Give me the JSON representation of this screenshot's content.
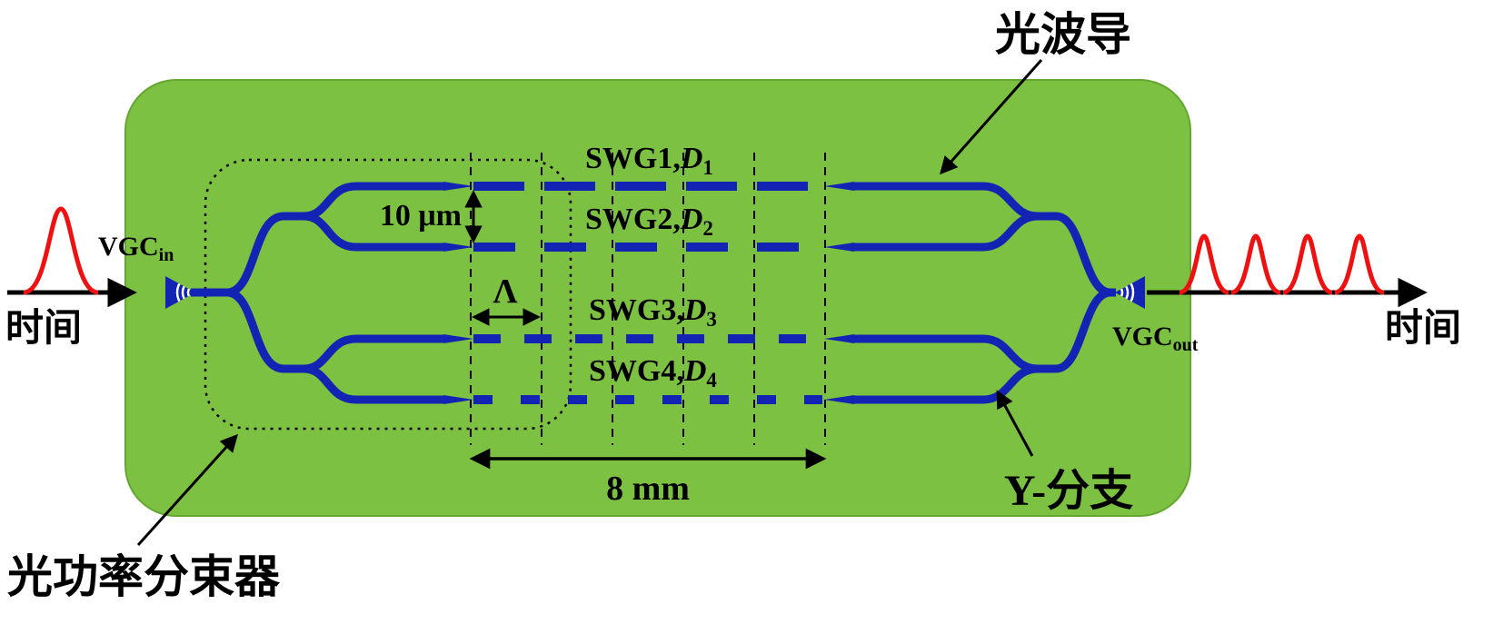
{
  "figure": {
    "time_label_left": "时间",
    "time_label_right": "时间",
    "vgc_in": {
      "base": "VGC",
      "sub": "in"
    },
    "vgc_out": {
      "base": "VGC",
      "sub": "out"
    },
    "waveguide_label": "光波导",
    "y_branch_label": "Y-分支",
    "splitter_label": "光功率分束器",
    "spacing_label": "10 μm",
    "period_label": "Λ",
    "length_label": "8 mm",
    "swg": [
      {
        "prefix": "SWG1,",
        "symbol": "D",
        "sub": "1"
      },
      {
        "prefix": "SWG2,",
        "symbol": "D",
        "sub": "2"
      },
      {
        "prefix": "SWG3,",
        "symbol": "D",
        "sub": "3"
      },
      {
        "prefix": "SWG4,",
        "symbol": "D",
        "sub": "4"
      }
    ],
    "colors": {
      "chip_green": "#7cc142",
      "waveguide_blue": "#1323b4",
      "pulse_red": "#ee1111",
      "annotation_black": "#000000"
    }
  }
}
